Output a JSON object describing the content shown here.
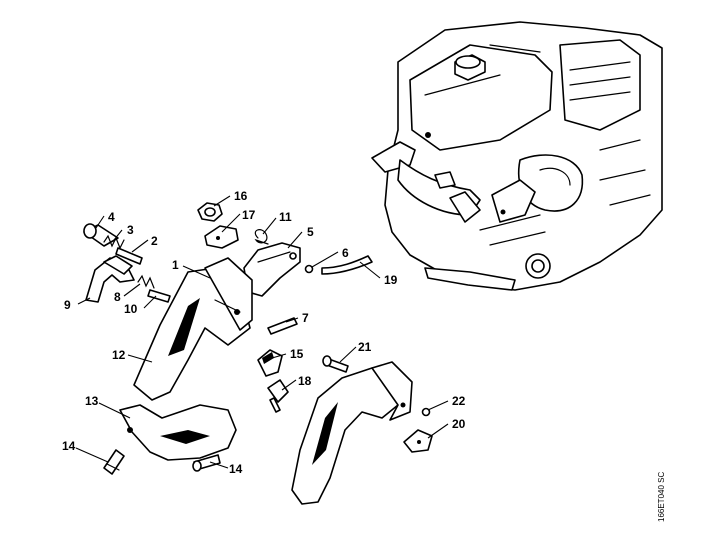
{
  "drawing_code": "166ET040 SC",
  "callouts": [
    {
      "id": "c4",
      "text": "4"
    },
    {
      "id": "c3",
      "text": "3"
    },
    {
      "id": "c2",
      "text": "2"
    },
    {
      "id": "c16",
      "text": "16"
    },
    {
      "id": "c17",
      "text": "17"
    },
    {
      "id": "c11",
      "text": "11"
    },
    {
      "id": "c5",
      "text": "5"
    },
    {
      "id": "c6",
      "text": "6"
    },
    {
      "id": "c19",
      "text": "19"
    },
    {
      "id": "c1",
      "text": "1"
    },
    {
      "id": "c8",
      "text": "8"
    },
    {
      "id": "c9",
      "text": "9"
    },
    {
      "id": "c10",
      "text": "10"
    },
    {
      "id": "c7",
      "text": "7"
    },
    {
      "id": "c12",
      "text": "12"
    },
    {
      "id": "c15",
      "text": "15"
    },
    {
      "id": "c21",
      "text": "21"
    },
    {
      "id": "c18",
      "text": "18"
    },
    {
      "id": "c13",
      "text": "13"
    },
    {
      "id": "c22",
      "text": "22"
    },
    {
      "id": "c20",
      "text": "20"
    },
    {
      "id": "c14a",
      "text": "14"
    },
    {
      "id": "c14b",
      "text": "14"
    }
  ]
}
